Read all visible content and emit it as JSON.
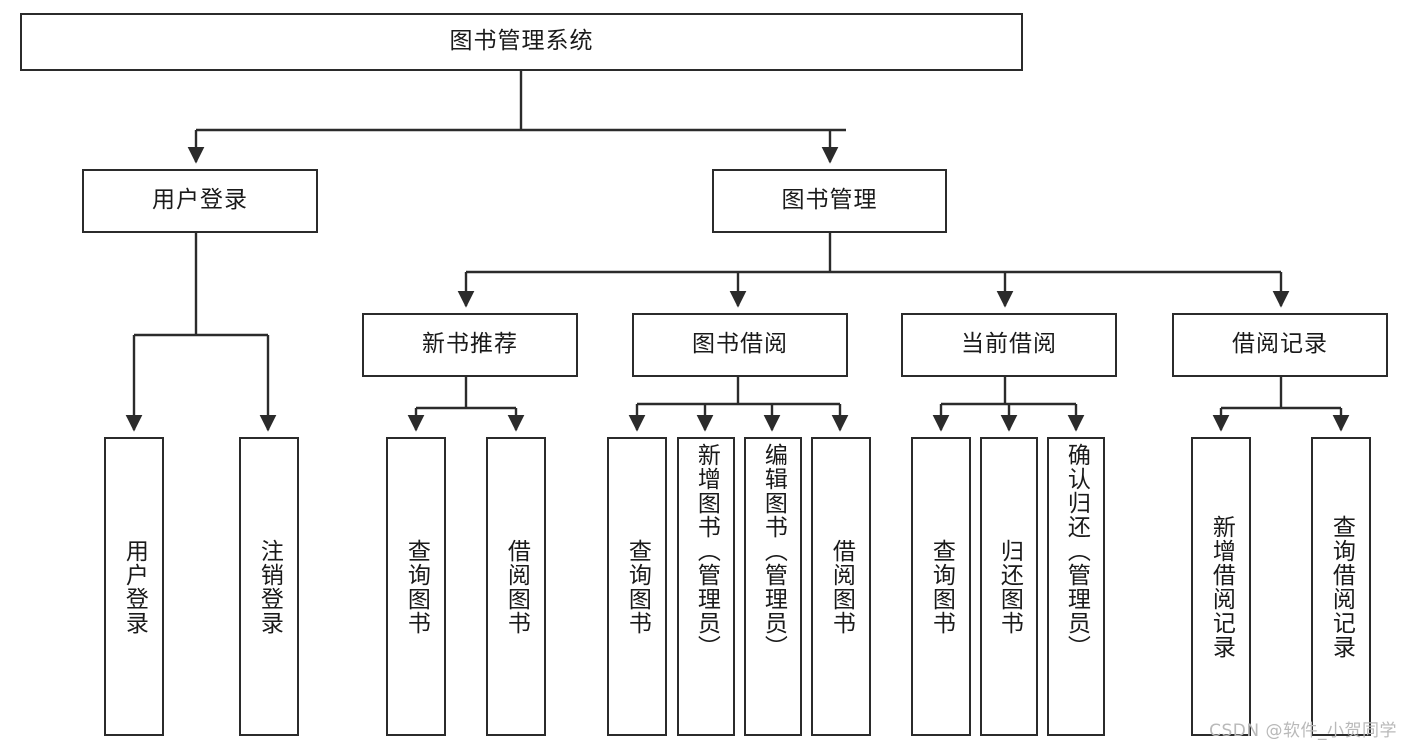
{
  "diagram": {
    "type": "tree-flowchart",
    "title": "图书管理系统",
    "watermark": "CSDN @软件_小贺同学",
    "colors": {
      "stroke": "#2b2b2b",
      "fill": "#ffffff",
      "text": "#1a1a1a",
      "watermark": "#b9b9b9"
    },
    "nodes": {
      "root": {
        "label": "图书管理系统",
        "level": 0,
        "orientation": "horizontal"
      },
      "l1": [
        {
          "id": "user-login",
          "label": "用户登录",
          "orientation": "horizontal"
        },
        {
          "id": "book-manage",
          "label": "图书管理",
          "orientation": "horizontal"
        }
      ],
      "l2": [
        {
          "id": "new-book-rec",
          "label": "新书推荐",
          "parent": "book-manage",
          "orientation": "horizontal"
        },
        {
          "id": "book-borrow",
          "label": "图书借阅",
          "parent": "book-manage",
          "orientation": "horizontal"
        },
        {
          "id": "current-borrow",
          "label": "当前借阅",
          "parent": "book-manage",
          "orientation": "horizontal"
        },
        {
          "id": "borrow-record",
          "label": "借阅记录",
          "parent": "book-manage",
          "orientation": "horizontal"
        }
      ],
      "leaves": [
        {
          "id": "leaf-user-login",
          "label": "用户登录",
          "parent": "user-login",
          "orientation": "vertical"
        },
        {
          "id": "leaf-logout",
          "label": "注销登录",
          "parent": "user-login",
          "orientation": "vertical"
        },
        {
          "id": "leaf-query-book-1",
          "label": "查询图书",
          "parent": "new-book-rec",
          "orientation": "vertical"
        },
        {
          "id": "leaf-borrow-book-1",
          "label": "借阅图书",
          "parent": "new-book-rec",
          "orientation": "vertical"
        },
        {
          "id": "leaf-query-book-2",
          "label": "查询图书",
          "parent": "book-borrow",
          "orientation": "vertical"
        },
        {
          "id": "leaf-add-book",
          "label": "新增图书（管理员）",
          "parent": "book-borrow",
          "orientation": "vertical"
        },
        {
          "id": "leaf-edit-book",
          "label": "编辑图书（管理员）",
          "parent": "book-borrow",
          "orientation": "vertical"
        },
        {
          "id": "leaf-borrow-book-2",
          "label": "借阅图书",
          "parent": "book-borrow",
          "orientation": "vertical"
        },
        {
          "id": "leaf-query-book-3",
          "label": "查询图书",
          "parent": "current-borrow",
          "orientation": "vertical"
        },
        {
          "id": "leaf-return-book",
          "label": "归还图书",
          "parent": "current-borrow",
          "orientation": "vertical"
        },
        {
          "id": "leaf-confirm-return",
          "label": "确认归还（管理员）",
          "parent": "current-borrow",
          "orientation": "vertical"
        },
        {
          "id": "leaf-add-record",
          "label": "新增借阅记录",
          "parent": "borrow-record",
          "orientation": "vertical"
        },
        {
          "id": "leaf-query-record",
          "label": "查询借阅记录",
          "parent": "borrow-record",
          "orientation": "vertical"
        }
      ]
    }
  }
}
